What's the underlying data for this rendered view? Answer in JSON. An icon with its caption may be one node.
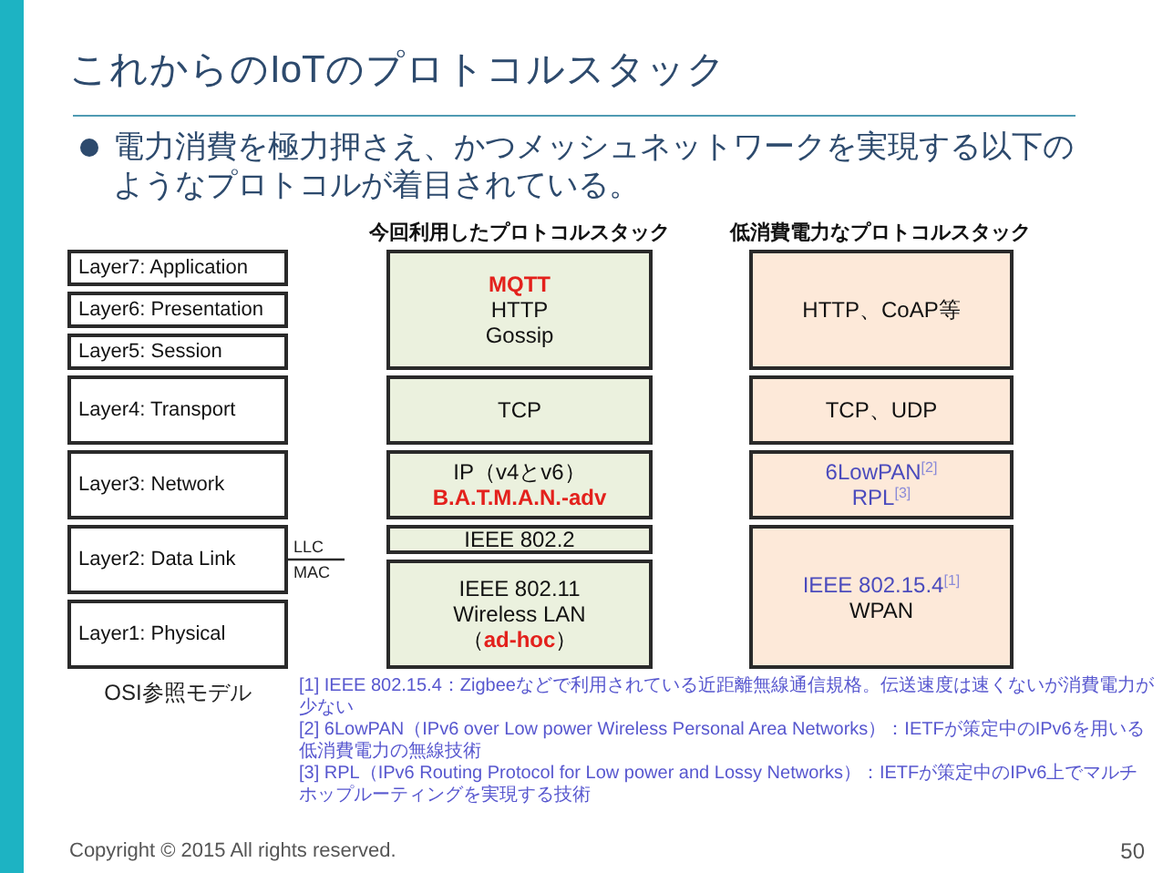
{
  "diagram": {
    "title": "これからのIoTのプロトコルスタック",
    "nodes": [
      {
        "text": [
          "Layer7: Application"
        ]
      },
      {
        "text": [
          "Layer6: Presentation"
        ]
      },
      {
        "text": [
          "Layer5: Session"
        ]
      },
      {
        "text": [
          "Layer4: Transport"
        ]
      },
      {
        "text": [
          "Layer3: Network"
        ]
      },
      {
        "text": [
          "Layer2: Data Link"
        ]
      },
      {
        "text": [
          "Layer1: Physical"
        ]
      },
      {
        "text": [
          "MQTT",
          "HTTP",
          "Gossip"
        ]
      },
      {
        "text": [
          "TCP"
        ]
      },
      {
        "text": [
          "IP（v4とv6）",
          "B.A.T.M.A.N.-adv"
        ]
      },
      {
        "text": [
          "IEEE 802.2"
        ]
      },
      {
        "text": [
          "IEEE 802.11",
          "Wireless LAN",
          "（**ad-hoc**）"
        ]
      },
      {
        "text": [
          "HTTP、CoAP等"
        ]
      },
      {
        "text": [
          "TCP、UDP"
        ]
      },
      {
        "text": [
          "6LowPAN$^{[2]}$",
          "RPL$^{[3]}$"
        ]
      },
      {
        "text": [
          "IEEE 802.15.4$^{[1]}$",
          "WPAN"
        ]
      }
    ],
    "labels": [
      "電力消費を極力押さえ、かつメッシュネットワークを実現する以下のようなプロトコルが着目されている。",
      "今回利用したプロトコルスタック",
      "低消費電力なプロトコルスタック",
      "LLC",
      "MAC",
      "OSI参照モデル",
      "[1] IEEE 802.15.4：Zigbeeなどで利用されている近距離無線通信規格。伝送速度は速くないが消費電力が少ない",
      "[2] 6LowPAN（IPv6 over Low power Wireless Personal Area Networks）：IETFが策定中のIPv6を用いる低消費電力の無線技術",
      "[3] RPL（IPv6 Routing Protocol for Low power and Lossy Networks）：IETFが策定中のIPv6上でマルチホップルーティングを実現する技術",
      "Copyright © 2015 All rights reserved.",
      "50"
    ]
  }
}
